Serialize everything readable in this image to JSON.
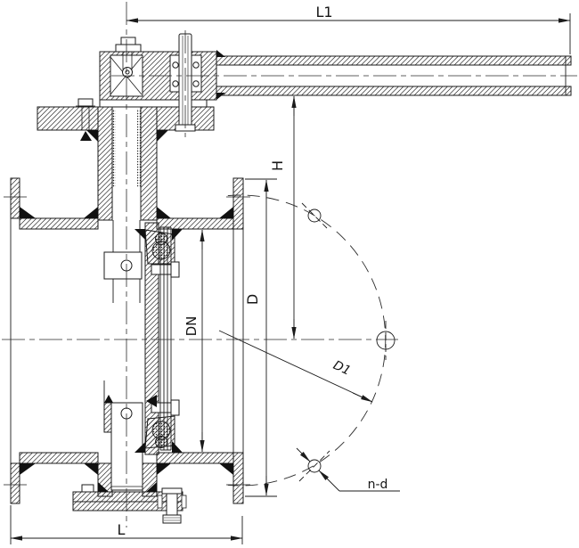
{
  "drawing": {
    "type": "engineering-cross-section",
    "subject": "flanged butterfly valve with lever handle",
    "background_color": "#ffffff",
    "line_color": "#1b1b1b",
    "dimension_labels": {
      "l1": "L1",
      "h": "H",
      "d": "D",
      "dn": "DN",
      "d1": "D1",
      "n_d": "n-d",
      "l": "L"
    }
  }
}
